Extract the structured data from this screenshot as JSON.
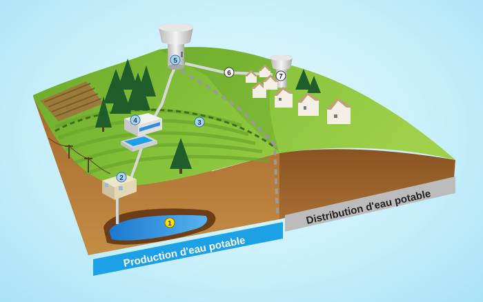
{
  "banners": {
    "production": "Production d'eau potable",
    "distribution": "Distribution d'eau potable"
  },
  "markers": [
    "1",
    "2",
    "3",
    "4",
    "5",
    "6",
    "7"
  ],
  "colors": {
    "background": "#c9f0fb",
    "grass": "#7cb82f",
    "soil": "#a8702f",
    "water": "#2d8de0",
    "production_banner": "#1da1e6",
    "distribution_banner": "#bcbcbc",
    "marker_fill": "#a9d4f3",
    "marker_water": "#ffe400"
  }
}
